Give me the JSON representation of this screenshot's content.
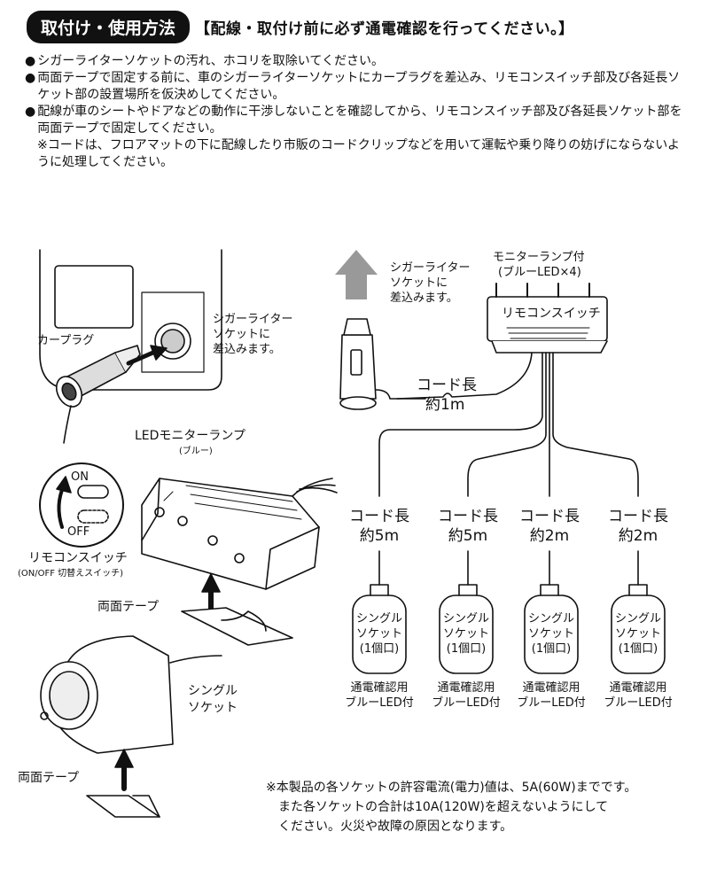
{
  "header": {
    "pill": "取付け・使用方法",
    "note": "【配線・取付け前に必ず通電確認を行ってください。】"
  },
  "instructions": {
    "bullets": [
      "シガーライターソケットの汚れ、ホコリを取除いてください。",
      "両面テープで固定する前に、車のシガーライターソケットにカープラグを差込み、リモコンスイッチ部及び各延長ソケット部の設置場所を仮決めしてください。",
      "配線が車のシートやドアなどの動作に干渉しないことを確認してから、リモコンスイッチ部及び各延長ソケット部を両面テープで固定してください。"
    ],
    "note": "※コードは、フロアマットの下に配線したり市販のコードクリップなどを用いて運転や乗り降りの妨げにならないように処理してください。",
    "bullet_mark": "●"
  },
  "left": {
    "car_plug": "カープラグ",
    "cig_socket_1": "シガーライター",
    "cig_socket_2": "ソケットに",
    "cig_socket_3": "差込みます。",
    "led_lamp": "LEDモニターランプ",
    "blue": "(ブルー)",
    "on": "ON",
    "off": "OFF",
    "remote_switch": "リモコンスイッチ",
    "remote_switch_sub": "(ON/OFF 切替えスイッチ)",
    "tape_1": "両面テープ",
    "single_1": "シングル",
    "single_2": "ソケット",
    "tape_2": "両面テープ"
  },
  "right": {
    "insert_1": "シガーライター",
    "insert_2": "ソケットに",
    "insert_3": "差込みます。",
    "monitor_1": "モニターランプ付",
    "monitor_2": "(ブルーLED×4)",
    "switch_box": "リモコンスイッチ",
    "cord_main_1": "コード長",
    "cord_main_2": "約1m",
    "branches": [
      {
        "cord": "コード長",
        "len": "約5m",
        "s1": "シングル",
        "s2": "ソケット",
        "s3": "(1個口)",
        "led1": "通電確認用",
        "led2": "ブルーLED付"
      },
      {
        "cord": "コード長",
        "len": "約5m",
        "s1": "シングル",
        "s2": "ソケット",
        "s3": "(1個口)",
        "led1": "通電確認用",
        "led2": "ブルーLED付"
      },
      {
        "cord": "コード長",
        "len": "約2m",
        "s1": "シングル",
        "s2": "ソケット",
        "s3": "(1個口)",
        "led1": "通電確認用",
        "led2": "ブルーLED付"
      },
      {
        "cord": "コード長",
        "len": "約2m",
        "s1": "シングル",
        "s2": "ソケット",
        "s3": "(1個口)",
        "led1": "通電確認用",
        "led2": "ブルーLED付"
      }
    ]
  },
  "footer": {
    "lines": [
      "※本製品の各ソケットの許容電流(電力)値は、5A(60W)までです。",
      "また各ソケットの合計は10A(120W)を超えないようにして",
      "ください。火災や故障の原因となります。"
    ]
  }
}
